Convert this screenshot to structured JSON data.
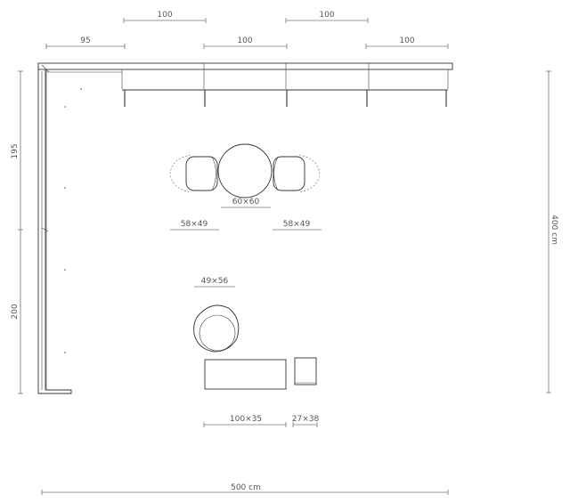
{
  "dimensions": {
    "top_row": [
      "100",
      "100"
    ],
    "second_row": [
      "95",
      "100",
      "100"
    ],
    "left_upper": "195",
    "left_lower": "200",
    "right_total": "400 cm",
    "bottom_total": "500 cm",
    "dining_table": "60×60",
    "chair_left": "58×49",
    "chair_right": "58×49",
    "armchair": "49×56",
    "sideboard": "100×35",
    "side_table": "27×38"
  }
}
